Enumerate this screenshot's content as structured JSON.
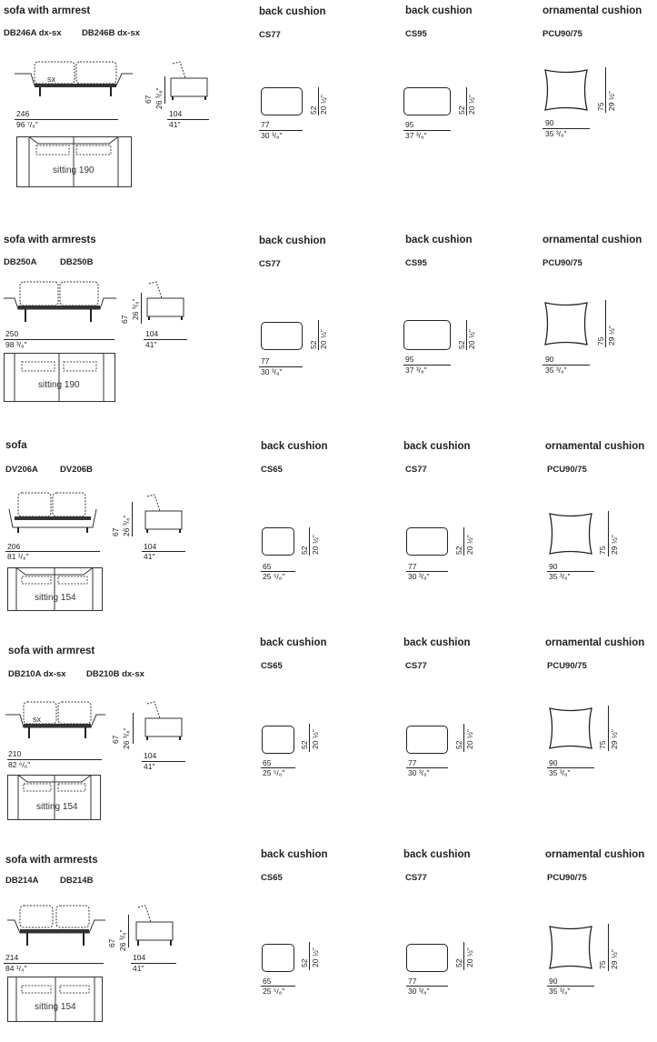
{
  "rows": [
    {
      "sofa": {
        "title": "sofa with armrest",
        "code_a": "DB246A dx-sx",
        "code_b": "DB246B dx-sx",
        "seat_label": "sx",
        "width_cm": "246",
        "width_in": "96 ⁷/₈\"",
        "height_cm": "67",
        "height_in": "26 ³/₈\"",
        "depth_cm": "104",
        "depth_in": "41\"",
        "sitting": "sitting 190"
      },
      "c1": {
        "title": "back cushion",
        "code": "CS77",
        "w_cm": "77",
        "w_in": "30 ³/₈\"",
        "h_cm": "52",
        "h_in": "20 ½\""
      },
      "c2": {
        "title": "back cushion",
        "code": "CS95",
        "w_cm": "95",
        "w_in": "37 ³/₈\"",
        "h_cm": "52",
        "h_in": "20 ½\""
      },
      "c3": {
        "title": "ornamental cushion",
        "code": "PCU90/75",
        "w_cm": "90",
        "w_in": "35 ³/₈\"",
        "h_cm": "75",
        "h_in": "29 ½\""
      }
    },
    {
      "sofa": {
        "title": "sofa with armrests",
        "code_a": "DB250A",
        "code_b": "DB250B",
        "seat_label": "",
        "width_cm": "250",
        "width_in": "98 ³/₈\"",
        "height_cm": "67",
        "height_in": "26 ³/₈\"",
        "depth_cm": "104",
        "depth_in": "41\"",
        "sitting": "sitting 190"
      },
      "c1": {
        "title": "back cushion",
        "code": "CS77",
        "w_cm": "77",
        "w_in": "30 ³/₈\"",
        "h_cm": "52",
        "h_in": "20 ½\""
      },
      "c2": {
        "title": "back cushion",
        "code": "CS95",
        "w_cm": "95",
        "w_in": "37 ³/₈\"",
        "h_cm": "52",
        "h_in": "20 ½\""
      },
      "c3": {
        "title": "ornamental cushion",
        "code": "PCU90/75",
        "w_cm": "90",
        "w_in": "35 ³/₈\"",
        "h_cm": "75",
        "h_in": "29 ½\""
      }
    },
    {
      "sofa": {
        "title": "sofa",
        "code_a": "DV206A",
        "code_b": "DV206B",
        "seat_label": "",
        "width_cm": "206",
        "width_in": "81 ¹/₈\"",
        "height_cm": "67",
        "height_in": "26 ³/₈\"",
        "depth_cm": "104",
        "depth_in": "41\"",
        "sitting": "sitting 154"
      },
      "c1": {
        "title": "back cushion",
        "code": "CS65",
        "w_cm": "65",
        "w_in": "25 ⁵/₈\"",
        "h_cm": "52",
        "h_in": "20 ½\""
      },
      "c2": {
        "title": "back cushion",
        "code": "CS77",
        "w_cm": "77",
        "w_in": "30 ³/₈\"",
        "h_cm": "52",
        "h_in": "20 ½\""
      },
      "c3": {
        "title": "ornamental cushion",
        "code": "PCU90/75",
        "w_cm": "90",
        "w_in": "35 ³/₈\"",
        "h_cm": "75",
        "h_in": "29 ½\""
      }
    },
    {
      "sofa": {
        "title": "sofa with armrest",
        "code_a": "DB210A dx-sx",
        "code_b": "DB210B dx-sx",
        "seat_label": "sx",
        "width_cm": "210",
        "width_in": "82 ⁶/₈\"",
        "height_cm": "67",
        "height_in": "26 ³/₈\"",
        "depth_cm": "104",
        "depth_in": "41\"",
        "sitting": "sitting 154"
      },
      "c1": {
        "title": "back cushion",
        "code": "CS65",
        "w_cm": "65",
        "w_in": "25 ⁵/₈\"",
        "h_cm": "52",
        "h_in": "20 ½\""
      },
      "c2": {
        "title": "back cushion",
        "code": "CS77",
        "w_cm": "77",
        "w_in": "30 ³/₈\"",
        "h_cm": "52",
        "h_in": "20 ½\""
      },
      "c3": {
        "title": "ornamental cushion",
        "code": "PCU90/75",
        "w_cm": "90",
        "w_in": "35 ³/₈\"",
        "h_cm": "75",
        "h_in": "29 ½\""
      }
    },
    {
      "sofa": {
        "title": "sofa with armrests",
        "code_a": "DB214A",
        "code_b": "DB214B",
        "seat_label": "",
        "width_cm": "214",
        "width_in": "84 ¹/₄\"",
        "height_cm": "67",
        "height_in": "26 ³/₈\"",
        "depth_cm": "104",
        "depth_in": "41\"",
        "sitting": "sitting 154"
      },
      "c1": {
        "title": "back cushion",
        "code": "CS65",
        "w_cm": "65",
        "w_in": "25 ⁵/₈\"",
        "h_cm": "52",
        "h_in": "20 ½\""
      },
      "c2": {
        "title": "back cushion",
        "code": "CS77",
        "w_cm": "77",
        "w_in": "30 ³/₈\"",
        "h_cm": "52",
        "h_in": "20 ½\""
      },
      "c3": {
        "title": "ornamental cushion",
        "code": "PCU90/75",
        "w_cm": "90",
        "w_in": "35 ³/₈\"",
        "h_cm": "75",
        "h_in": "29 ½\""
      }
    }
  ]
}
